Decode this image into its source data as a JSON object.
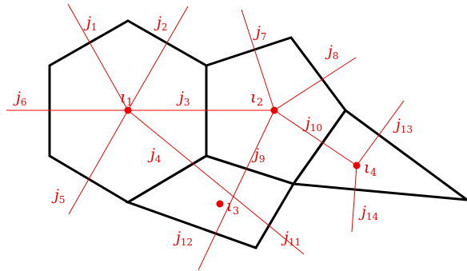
{
  "labels": {
    "l1": {
      "base": "ι",
      "sub": "1"
    },
    "l2": {
      "base": "ι",
      "sub": "2"
    },
    "l3": {
      "base": "ι",
      "sub": "3"
    },
    "l4": {
      "base": "ι",
      "sub": "4"
    },
    "j1": {
      "base": "j",
      "sub": "1"
    },
    "j2": {
      "base": "j",
      "sub": "2"
    },
    "j3": {
      "base": "j",
      "sub": "3"
    },
    "j4": {
      "base": "j",
      "sub": "4"
    },
    "j5": {
      "base": "j",
      "sub": "5"
    },
    "j6": {
      "base": "j",
      "sub": "6"
    },
    "j7": {
      "base": "j",
      "sub": "7"
    },
    "j8": {
      "base": "j",
      "sub": "8"
    },
    "j9": {
      "base": "j",
      "sub": "9"
    },
    "j10": {
      "base": "j",
      "sub": "10"
    },
    "j11": {
      "base": "j",
      "sub": "11"
    },
    "j12": {
      "base": "j",
      "sub": "12"
    },
    "j13": {
      "base": "j",
      "sub": "13"
    },
    "j14": {
      "base": "j",
      "sub": "14"
    }
  },
  "colors": {
    "edges": "#000000",
    "rays": "#ee0000",
    "nodes": "#ee0000",
    "labels": "#ee0000"
  }
}
